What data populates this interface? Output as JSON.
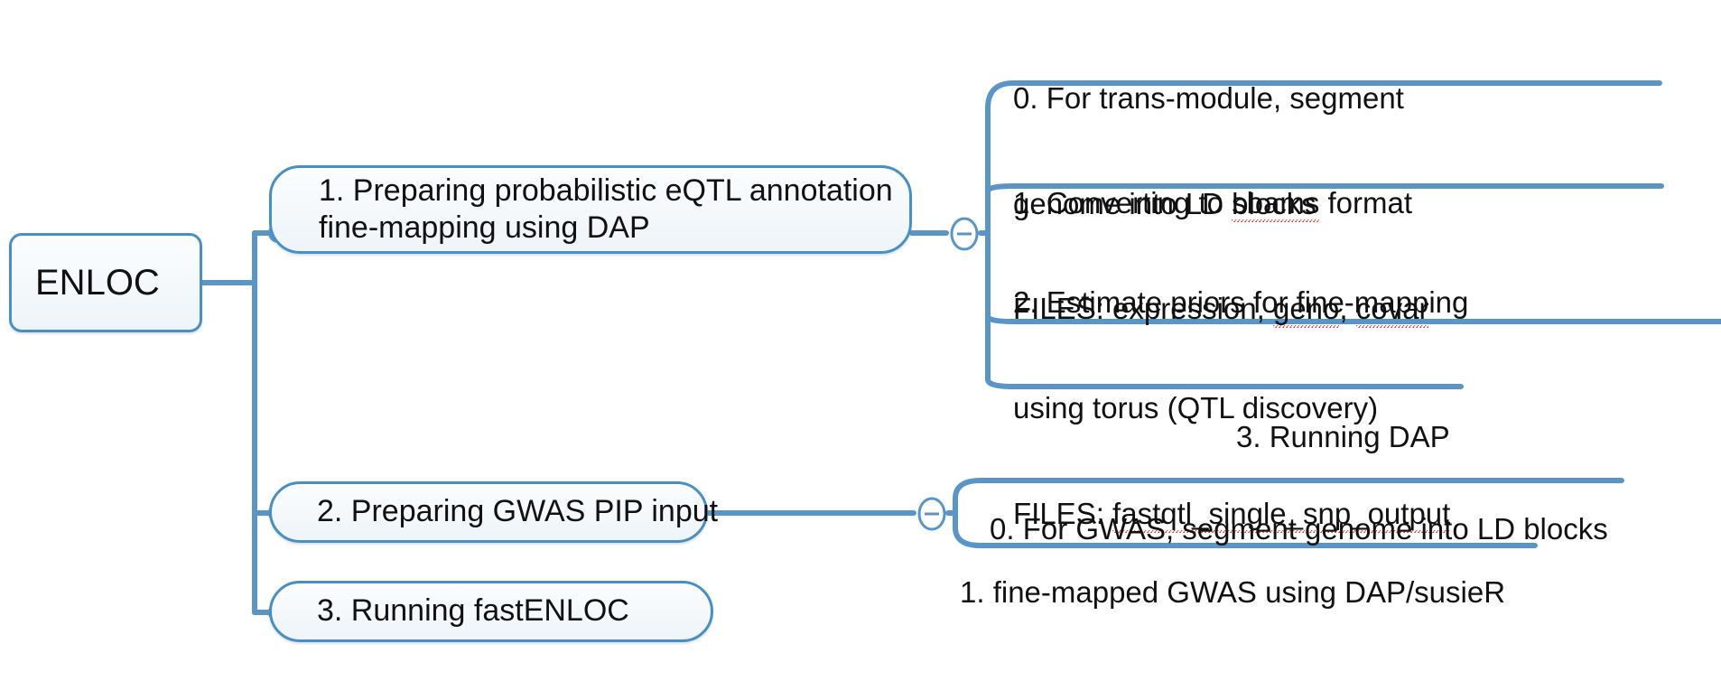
{
  "diagram": {
    "type": "mind-map",
    "title": "ENLOC",
    "accent_color": "#4A8FC4",
    "node_fill": "#eef4f9",
    "text_color": "#111111",
    "spellcheck_underline_color": "#e8453c",
    "background": "#ffffff"
  },
  "root": {
    "label": "ENLOC"
  },
  "branches": [
    {
      "id": "branch-1",
      "label": "1. Preparing probabilistic eQTL annotation\nfine-mapping using DAP",
      "collapse_toggle": "−",
      "children": [
        {
          "id": "leaf-1-0",
          "label": "0. For trans-module, segment\ngenome into LD blocks",
          "misspelled": []
        },
        {
          "id": "leaf-1-1",
          "label": "1. Converting to sbams format\nFILES: expression, geno, covar",
          "misspelled": [
            "sbams",
            "geno",
            "covar"
          ]
        },
        {
          "id": "leaf-1-2",
          "label": "2. Estimate priors for fine-mapping\nusing torus (QTL discovery)\nFILES: fastqtl_single_snp_output",
          "misspelled": [
            "fastqtl_single_snp_output"
          ]
        },
        {
          "id": "leaf-1-3",
          "label": "3. Running DAP",
          "misspelled": []
        }
      ]
    },
    {
      "id": "branch-2",
      "label": "2. Preparing GWAS PIP input",
      "collapse_toggle": "−",
      "children": [
        {
          "id": "leaf-2-0",
          "label": "0. For GWAS, segment genome into LD blocks",
          "misspelled": []
        },
        {
          "id": "leaf-2-1",
          "label": "1. fine-mapped GWAS using DAP/susieR",
          "misspelled": []
        }
      ]
    },
    {
      "id": "branch-3",
      "label": "3. Running fastENLOC",
      "collapse_toggle": null,
      "children": []
    }
  ],
  "leaf_lines": {
    "leaf_1_0_line1": "0. For trans-module, segment",
    "leaf_1_0_line2": "genome into LD blocks",
    "leaf_1_1_line1a": "1. Converting to ",
    "leaf_1_1_line1b": "sbams",
    "leaf_1_1_line1c": " format",
    "leaf_1_1_line2a": "FILES: expression, ",
    "leaf_1_1_line2b": "geno",
    "leaf_1_1_line2c": ", ",
    "leaf_1_1_line2d": "covar",
    "leaf_1_2_line1": "2. Estimate priors for fine-mapping",
    "leaf_1_2_line2": "using torus (QTL discovery)",
    "leaf_1_2_line3a": "FILES: ",
    "leaf_1_2_line3b": "fastqtl_single_snp_output",
    "leaf_1_3_line1": "3. Running DAP",
    "leaf_2_0_line1": "0. For GWAS, segment genome into LD blocks",
    "leaf_2_1_line1": "1. fine-mapped GWAS using DAP/susieR"
  },
  "branch_lines": {
    "branch_1_line1": "1. Preparing probabilistic eQTL annotation",
    "branch_1_line2": "fine-mapping using DAP",
    "branch_2_line1": "2. Preparing GWAS PIP input",
    "branch_3_line1": "3. Running fastENLOC"
  },
  "toggles": {
    "branch_1_toggle": "−",
    "branch_2_toggle": "−"
  }
}
